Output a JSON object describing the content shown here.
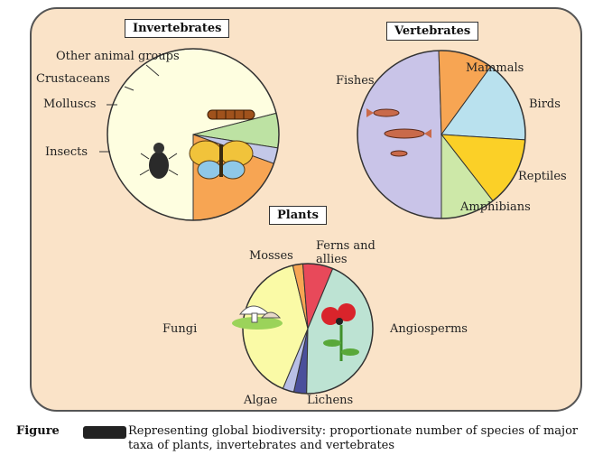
{
  "chart_data": [
    {
      "type": "pie",
      "title": "Invertebrates",
      "slices": [
        {
          "label": "Insects",
          "value": 71.0,
          "color": "#fefee0"
        },
        {
          "label": "Molluscs",
          "value": 6.5,
          "color": "#bde2a3"
        },
        {
          "label": "Crustaceans",
          "value": 3.0,
          "color": "#c3c8e8"
        },
        {
          "label": "Other animal groups",
          "value": 19.5,
          "color": "#f7a553"
        }
      ]
    },
    {
      "type": "pie",
      "title": "Vertebrates",
      "slices": [
        {
          "label": "Fishes",
          "value": 49.5,
          "color": "#c9c4e8"
        },
        {
          "label": "Mammals",
          "value": 10.5,
          "color": "#f7a553"
        },
        {
          "label": "Birds",
          "value": 16.0,
          "color": "#b9e1ee"
        },
        {
          "label": "Reptiles",
          "value": 13.5,
          "color": "#fbd027"
        },
        {
          "label": "Amphibians",
          "value": 10.5,
          "color": "#cde8a8"
        }
      ]
    },
    {
      "type": "pie",
      "title": "Plants",
      "slices": [
        {
          "label": "Mosses",
          "value": 3.2,
          "color": "#4a4f9b"
        },
        {
          "label": "Ferns and allies",
          "value": 2.8,
          "color": "#b8bfe6"
        },
        {
          "label": "Angiosperms",
          "value": 40.0,
          "color": "#fafaa6"
        },
        {
          "label": "Lichens",
          "value": 2.5,
          "color": "#f7a553"
        },
        {
          "label": "Algae",
          "value": 7.5,
          "color": "#e8495a"
        },
        {
          "label": "Fungi",
          "value": 44.0,
          "color": "#bde3d3"
        }
      ]
    }
  ],
  "labels": {
    "invertebrates": {
      "title": "Invertebrates",
      "insects": "Insects",
      "molluscs": "Molluscs",
      "crustaceans": "Crustaceans",
      "other": "Other animal groups"
    },
    "vertebrates": {
      "title": "Vertebrates",
      "fishes": "Fishes",
      "mammals": "Mammals",
      "birds": "Birds",
      "reptiles": "Reptiles",
      "amphibians": "Amphibians"
    },
    "plants": {
      "title": "Plants",
      "mosses": "Mosses",
      "ferns1": "Ferns and",
      "ferns2": "allies",
      "angiosperms": "Angiosperms",
      "lichens": "Lichens",
      "algae": "Algae",
      "fungi": "Fungi"
    }
  },
  "caption": {
    "label": "Figure",
    "text": "Representing global biodiversity: proportionate number of species of major taxa of plants, invertebrates and vertebrates"
  },
  "colors": {
    "panel": "#fae3c8",
    "outline": "#333333"
  }
}
